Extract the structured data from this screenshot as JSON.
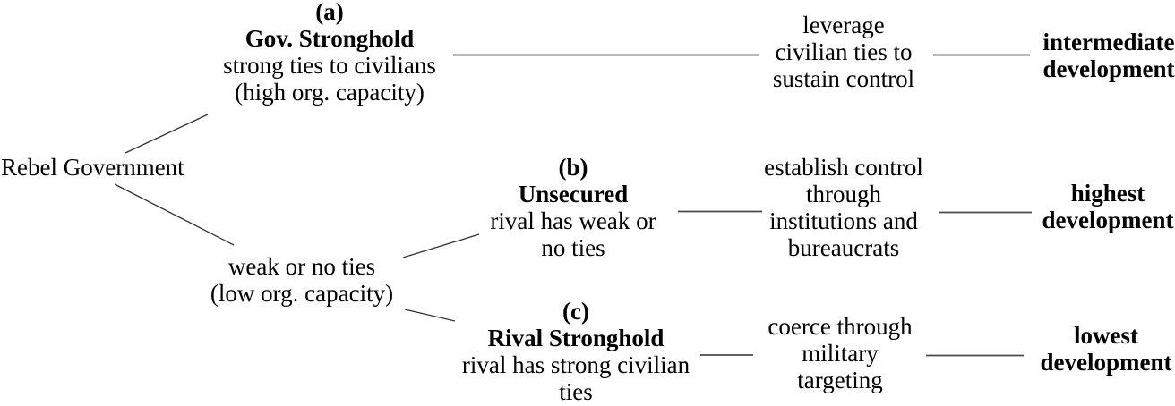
{
  "colors": {
    "rule_gray": "#7a7a7a",
    "rule_dark": "#4a4a4a",
    "branch_line": "#333333"
  },
  "tree": {
    "root": "Rebel Government",
    "low_branch": [
      "weak or no ties",
      "(low org. capacity)"
    ],
    "scenarios": [
      {
        "id": "(a)",
        "name": "Gov. Stronghold",
        "desc": [
          "strong ties to civilians",
          "(high org. capacity)"
        ],
        "mechanism": [
          "leverage",
          "civilian ties to",
          "sustain control"
        ],
        "outcome": [
          "intermediate",
          "development"
        ]
      },
      {
        "id": "(b)",
        "name": "Unsecured",
        "desc": [
          "rival has weak or",
          "no ties"
        ],
        "mechanism": [
          "establish control",
          "through",
          "institutions and",
          "bureaucrats"
        ],
        "outcome": [
          "highest",
          "development"
        ]
      },
      {
        "id": "(c)",
        "name": "Rival Stronghold",
        "desc": [
          "rival has strong civilian",
          "ties"
        ],
        "mechanism": [
          "coerce through",
          "military",
          "targeting"
        ],
        "outcome": [
          "lowest",
          "development"
        ]
      }
    ]
  }
}
